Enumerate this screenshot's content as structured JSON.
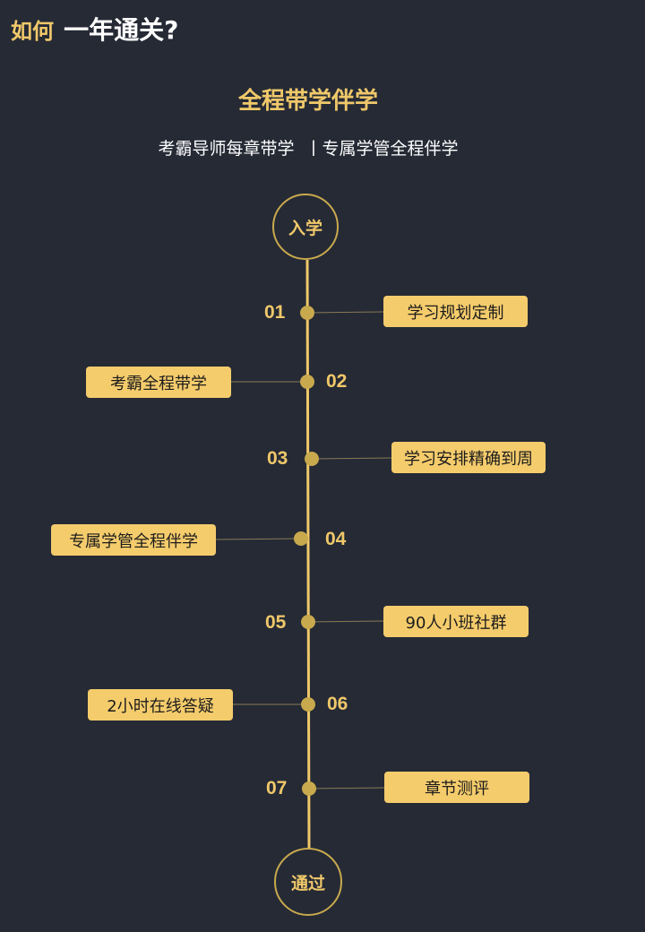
{
  "header": {
    "prefix": "如何",
    "title": "一年通关?"
  },
  "section": {
    "title": "全程带学伴学",
    "subtitle": "考霸导师每章带学  丨专属学管全程伴学"
  },
  "timeline": {
    "start": "入学",
    "end": "通过",
    "steps": [
      {
        "number": "01",
        "label": "学习规划定制"
      },
      {
        "number": "02",
        "label": "考霸全程带学"
      },
      {
        "number": "03",
        "label": "学习安排精确到周"
      },
      {
        "number": "04",
        "label": "专属学管全程伴学"
      },
      {
        "number": "05",
        "label": "90人小班社群"
      },
      {
        "number": "06",
        "label": "2小时在线答疑"
      },
      {
        "number": "07",
        "label": "章节测评"
      }
    ]
  },
  "colors": {
    "background": "#252a35",
    "accent": "#f0c86a",
    "label_bg": "#f5cc6c",
    "dot": "#c9a94d"
  }
}
